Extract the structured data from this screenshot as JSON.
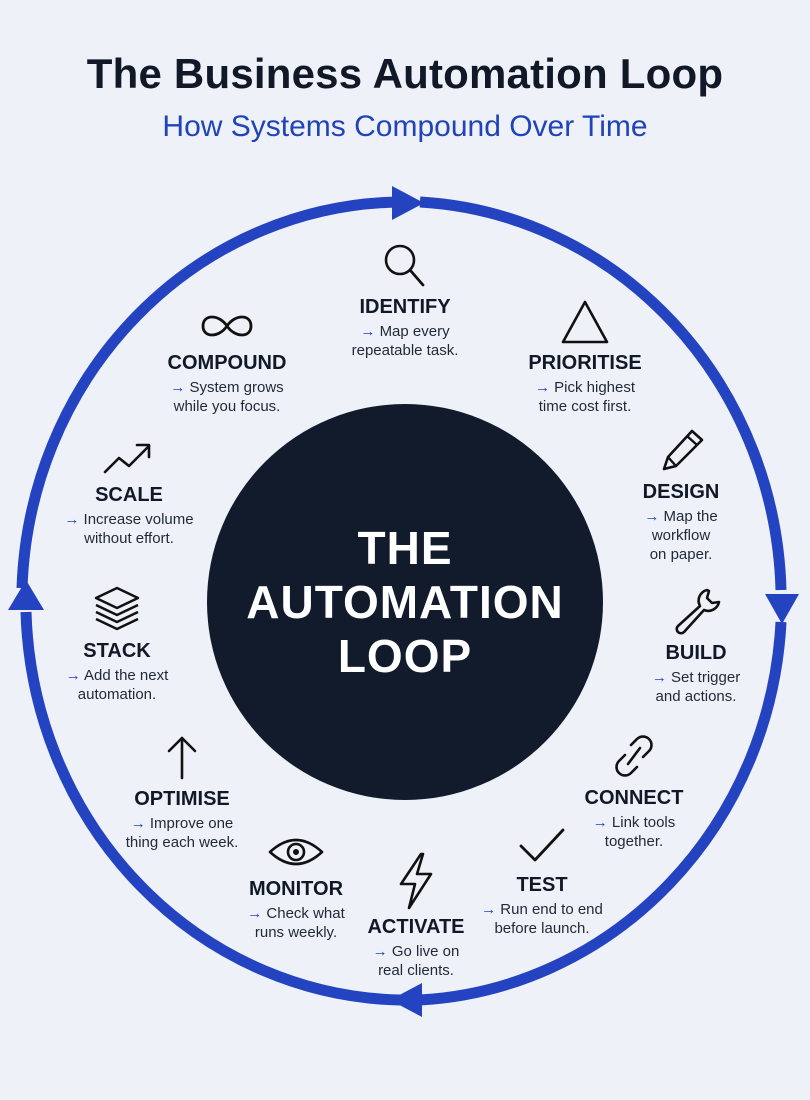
{
  "header": {
    "title": "The Business Automation Loop",
    "subtitle": "How Systems Compound Over Time"
  },
  "center": {
    "line1": "THE",
    "line2": "AUTOMATION",
    "line3": "LOOP"
  },
  "colors": {
    "accent": "#1f43b8",
    "ring": "#2343c0",
    "center_fill": "#111b2b",
    "background": "#eef1f8"
  },
  "steps": [
    {
      "name": "IDENTIFY",
      "arrow": "→",
      "desc": "Map every\nrepeatable task.",
      "icon": "search-icon"
    },
    {
      "name": "PRIORITISE",
      "arrow": "→",
      "desc": "Pick highest\ntime cost first.",
      "icon": "triangle-icon"
    },
    {
      "name": "DESIGN",
      "arrow": "→",
      "desc": "Map the\nworkflow\non paper.",
      "icon": "pencil-icon"
    },
    {
      "name": "BUILD",
      "arrow": "→",
      "desc": "Set trigger\nand actions.",
      "icon": "wrench-icon"
    },
    {
      "name": "CONNECT",
      "arrow": "→",
      "desc": "Link tools\ntogether.",
      "icon": "link-icon"
    },
    {
      "name": "TEST",
      "arrow": "→",
      "desc": "Run end to end\nbefore launch.",
      "icon": "checkmark-icon"
    },
    {
      "name": "ACTIVATE",
      "arrow": "→",
      "desc": "Go live on\nreal clients.",
      "icon": "lightning-icon"
    },
    {
      "name": "MONITOR",
      "arrow": "→",
      "desc": "Check what\nruns weekly.",
      "icon": "eye-icon"
    },
    {
      "name": "OPTIMISE",
      "arrow": "→",
      "desc": "Improve one\nthing each week.",
      "icon": "arrow-up-icon"
    },
    {
      "name": "STACK",
      "arrow": "→",
      "desc": "Add the next\nautomation.",
      "icon": "layers-icon"
    },
    {
      "name": "SCALE",
      "arrow": "→",
      "desc": "Increase volume\nwithout effort.",
      "icon": "trend-up-icon"
    },
    {
      "name": "COMPOUND",
      "arrow": "→",
      "desc": "System grows\nwhile you focus.",
      "icon": "infinity-icon"
    }
  ]
}
